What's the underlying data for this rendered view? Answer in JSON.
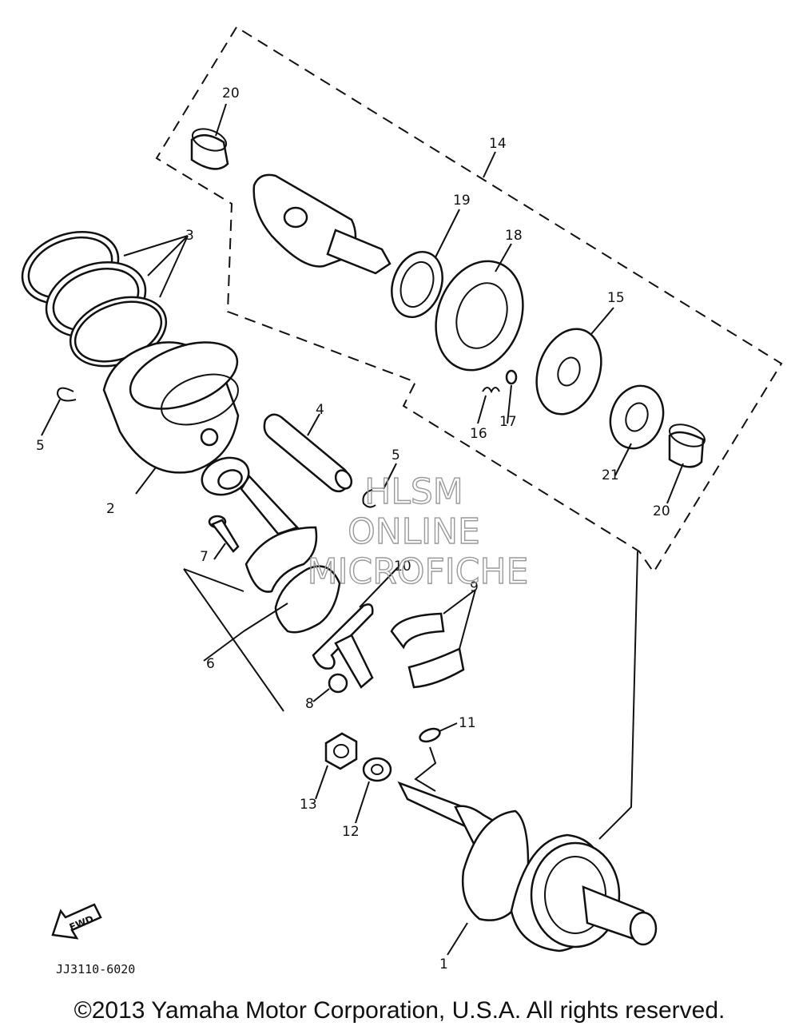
{
  "diagram": {
    "part_callouts": [
      "1",
      "2",
      "3",
      "4",
      "5",
      "5",
      "6",
      "7",
      "8",
      "9",
      "10",
      "11",
      "12",
      "13",
      "14",
      "15",
      "16",
      "17",
      "18",
      "19",
      "20",
      "20",
      "21"
    ],
    "drawing_code": "JJ3110-6020",
    "fwd_marker": "FWD"
  },
  "watermark": {
    "line1": "HLSM",
    "line2": "ONLINE",
    "line3": "MICROFICHE"
  },
  "footer": {
    "copyright": "©2013 Yamaha Motor Corporation, U.S.A. All rights reserved."
  }
}
